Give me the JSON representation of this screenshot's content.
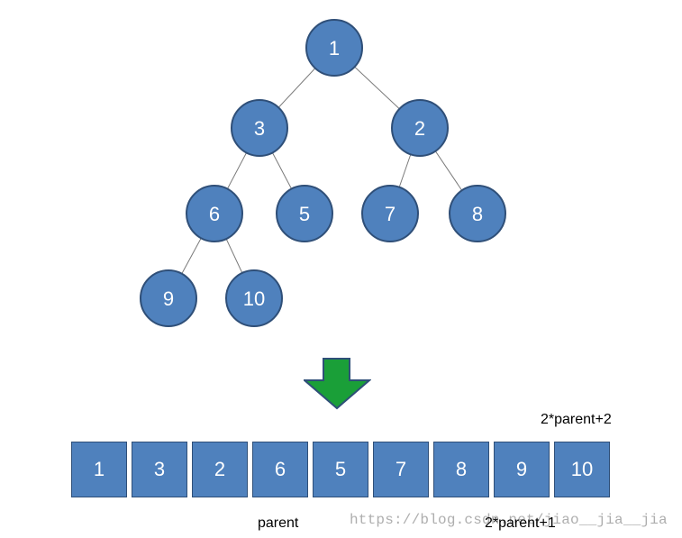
{
  "diagram": {
    "tree": {
      "nodes": [
        {
          "id": "n1",
          "label": "1"
        },
        {
          "id": "n3",
          "label": "3"
        },
        {
          "id": "n2",
          "label": "2"
        },
        {
          "id": "n6",
          "label": "6"
        },
        {
          "id": "n5",
          "label": "5"
        },
        {
          "id": "n7",
          "label": "7"
        },
        {
          "id": "n8",
          "label": "8"
        },
        {
          "id": "n9",
          "label": "9"
        },
        {
          "id": "n10",
          "label": "10"
        }
      ],
      "edges": [
        [
          "n1",
          "n3"
        ],
        [
          "n1",
          "n2"
        ],
        [
          "n3",
          "n6"
        ],
        [
          "n3",
          "n5"
        ],
        [
          "n2",
          "n7"
        ],
        [
          "n2",
          "n8"
        ],
        [
          "n6",
          "n9"
        ],
        [
          "n6",
          "n10"
        ]
      ]
    },
    "array": [
      "1",
      "3",
      "2",
      "6",
      "5",
      "7",
      "8",
      "9",
      "10"
    ],
    "labels": {
      "parent": "parent",
      "left_child": "2*parent+1",
      "right_child": "2*parent+2"
    },
    "watermark": "https://blog.csdn.net/jiao__jia__jia",
    "colors": {
      "node_fill": "#4f81bd",
      "node_stroke": "#2f4f78",
      "edge": "#7a7a7a",
      "arrow_fill": "#1a9f38",
      "arrow_stroke": "#2f4f78"
    }
  }
}
